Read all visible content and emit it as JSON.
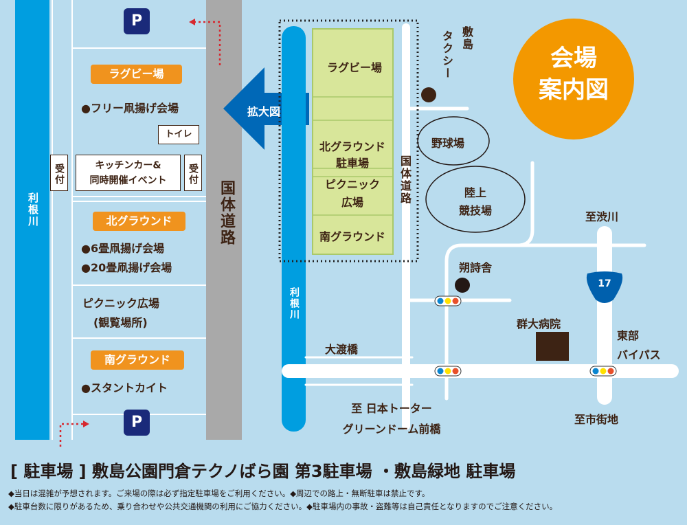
{
  "badge": {
    "line1": "会場",
    "line2": "案内図"
  },
  "enlarge_label": "拡大図",
  "parking_icon": "P",
  "detail": {
    "river": "利根川",
    "road": "国体道路",
    "rugby": "ラグビー場",
    "free_kite": "●フリー凧揚げ会場",
    "toilet": "トイレ",
    "reception": "受付",
    "kitchen_line1": "キッチンカー&",
    "kitchen_line2": "同時開催イベント",
    "north": "北グラウンド",
    "kite6": "●6畳凧揚げ会場",
    "kite20": "●20畳凧揚げ会場",
    "picnic": "ピクニック広場",
    "viewing": "(観覧場所)",
    "south": "南グラウンド",
    "stunt": "●スタントカイト"
  },
  "overview": {
    "river": "利根川",
    "road": "国体道路",
    "rugby": "ラグビー場",
    "north_parking_1": "北グラウンド",
    "north_parking_2": "駐車場",
    "picnic_1": "ピクニック",
    "picnic_2": "広場",
    "south": "南グラウンド",
    "taxi_1": "敷島",
    "taxi_2": "タクシー",
    "baseball": "野球場",
    "athletics_1": "陸上",
    "athletics_2": "競技場",
    "sakushisha": "朔詩舎",
    "hospital": "群大病院",
    "bypass_1": "東部",
    "bypass_2": "バイパス",
    "shibukawa": "至渋川",
    "city": "至市街地",
    "bridge": "大渡橋",
    "dome_1": "至 日本トーター",
    "dome_2": "グリーンドーム前橋",
    "route": "17"
  },
  "footer": {
    "parking": "[ 駐車場 ] 敷島公園門倉テクノばら園 第3駐車場 ・敷島緑地 駐車場",
    "note1": "◆当日は混雑が予想されます。ご来場の際は必ず指定駐車場をご利用ください。◆周辺での路上・無断駐車は禁止です。",
    "note2": "◆駐車台数に限りがあるため、乗り合わせや公共交通機関の利用にご協力ください。◆駐車場内の事故・盗難等は自己責任となりますのでご注意ください。"
  },
  "colors": {
    "bg": "#b9dcee",
    "river": "#009ee0",
    "orange": "#f0931e",
    "navy": "#1a2a7a",
    "field": "#d8e69a",
    "arrow": "#0068b7"
  }
}
